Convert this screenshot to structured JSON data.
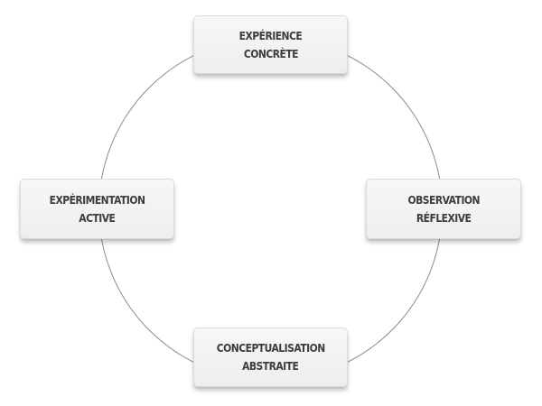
{
  "diagram": {
    "type": "cycle",
    "ring_color": "#8c8c8c",
    "box_color": "#f2f2f2",
    "text_color": "#3d3d3d",
    "stages": [
      {
        "line1": "EXPÉRIENCE",
        "line2": "CONCRÈTE"
      },
      {
        "line1": "OBSERVATION",
        "line2": "RÉFLEXIVE"
      },
      {
        "line1": "CONCEPTUALISATION",
        "line2": "ABSTRAITE"
      },
      {
        "line1": "EXPÉRIMENTATION",
        "line2": "ACTIVE"
      }
    ]
  }
}
